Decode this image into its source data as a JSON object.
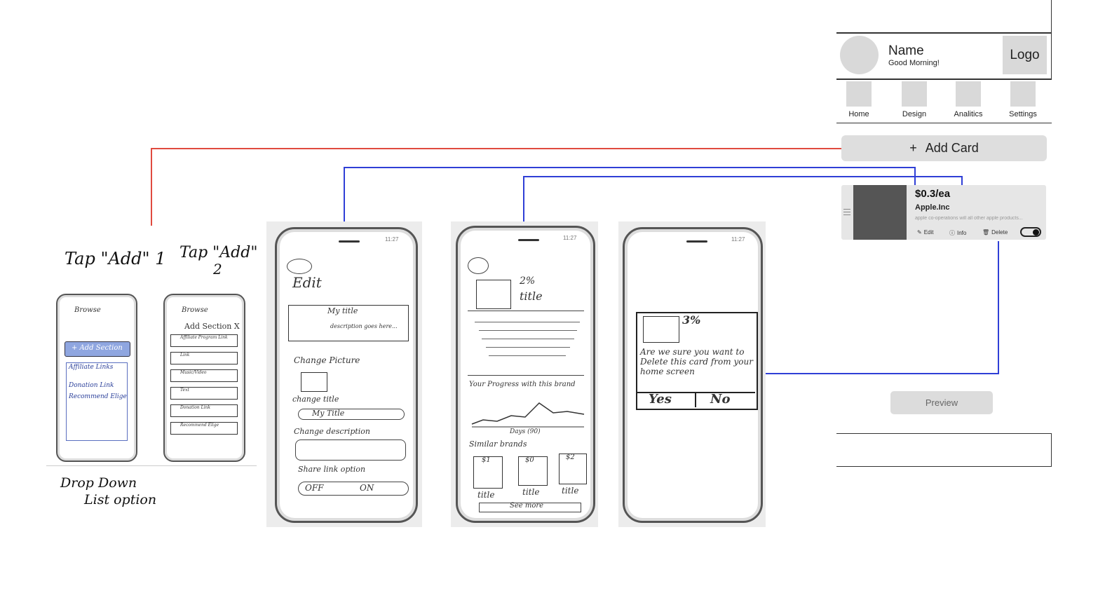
{
  "header": {
    "name": "Name",
    "greeting": "Good Morning!",
    "logo": "Logo"
  },
  "nav": [
    {
      "label": "Home"
    },
    {
      "label": "Design"
    },
    {
      "label": "Analitics"
    },
    {
      "label": "Settings"
    }
  ],
  "add_card": {
    "icon": "+",
    "label": "Add Card"
  },
  "card": {
    "price": "$0.3/ea",
    "brand": "Apple.Inc",
    "description": "apple co-operations will all other apple products...",
    "actions": {
      "edit": "Edit",
      "info": "Info",
      "delete": "Delete"
    },
    "toggle_on": true
  },
  "preview_label": "Preview",
  "sketch_labels": {
    "tap1": "Tap \"Add\" 1",
    "tap2": "Tap \"Add\"",
    "tap2_num": "2",
    "dropdown1": "Drop Down",
    "dropdown2": "List option"
  },
  "sketch_browse": {
    "title": "Browse",
    "add_section": "+ Add Section",
    "options": [
      "Affiliate Links",
      "Donation Link",
      "Recommend Elige"
    ],
    "add_section_header": "Add Section X",
    "rows": [
      "Affiliate Program Link",
      "Link",
      "Music/Video",
      "Text",
      "Donation Link",
      "Recommend Elige"
    ]
  },
  "sketch_edit": {
    "title": "Edit",
    "my_title": "My title",
    "description": "description goes here...",
    "change_picture": "Change Picture",
    "change_title": "change title",
    "title_field": "My Title",
    "change_description": "Change description",
    "share_link": "Share link option",
    "off": "OFF",
    "on": "ON"
  },
  "sketch_detail": {
    "percent": "2%",
    "title": "title",
    "progress": "Your Progress with this brand",
    "days": "Days (90)",
    "similar": "Similar brands",
    "prices": [
      "$1",
      "$0",
      "$2"
    ],
    "titles": [
      "title",
      "title",
      "title"
    ],
    "see_more": "See more"
  },
  "sketch_delete": {
    "percent": "3%",
    "question": "Are we sure you want to Delete this card from your home screen",
    "yes": "Yes",
    "no": "No"
  },
  "status_time": "11:27",
  "colors": {
    "red_connector": "#e04a3f",
    "blue_connector": "#2f3fd6",
    "highlight": "#8fa6e0"
  }
}
